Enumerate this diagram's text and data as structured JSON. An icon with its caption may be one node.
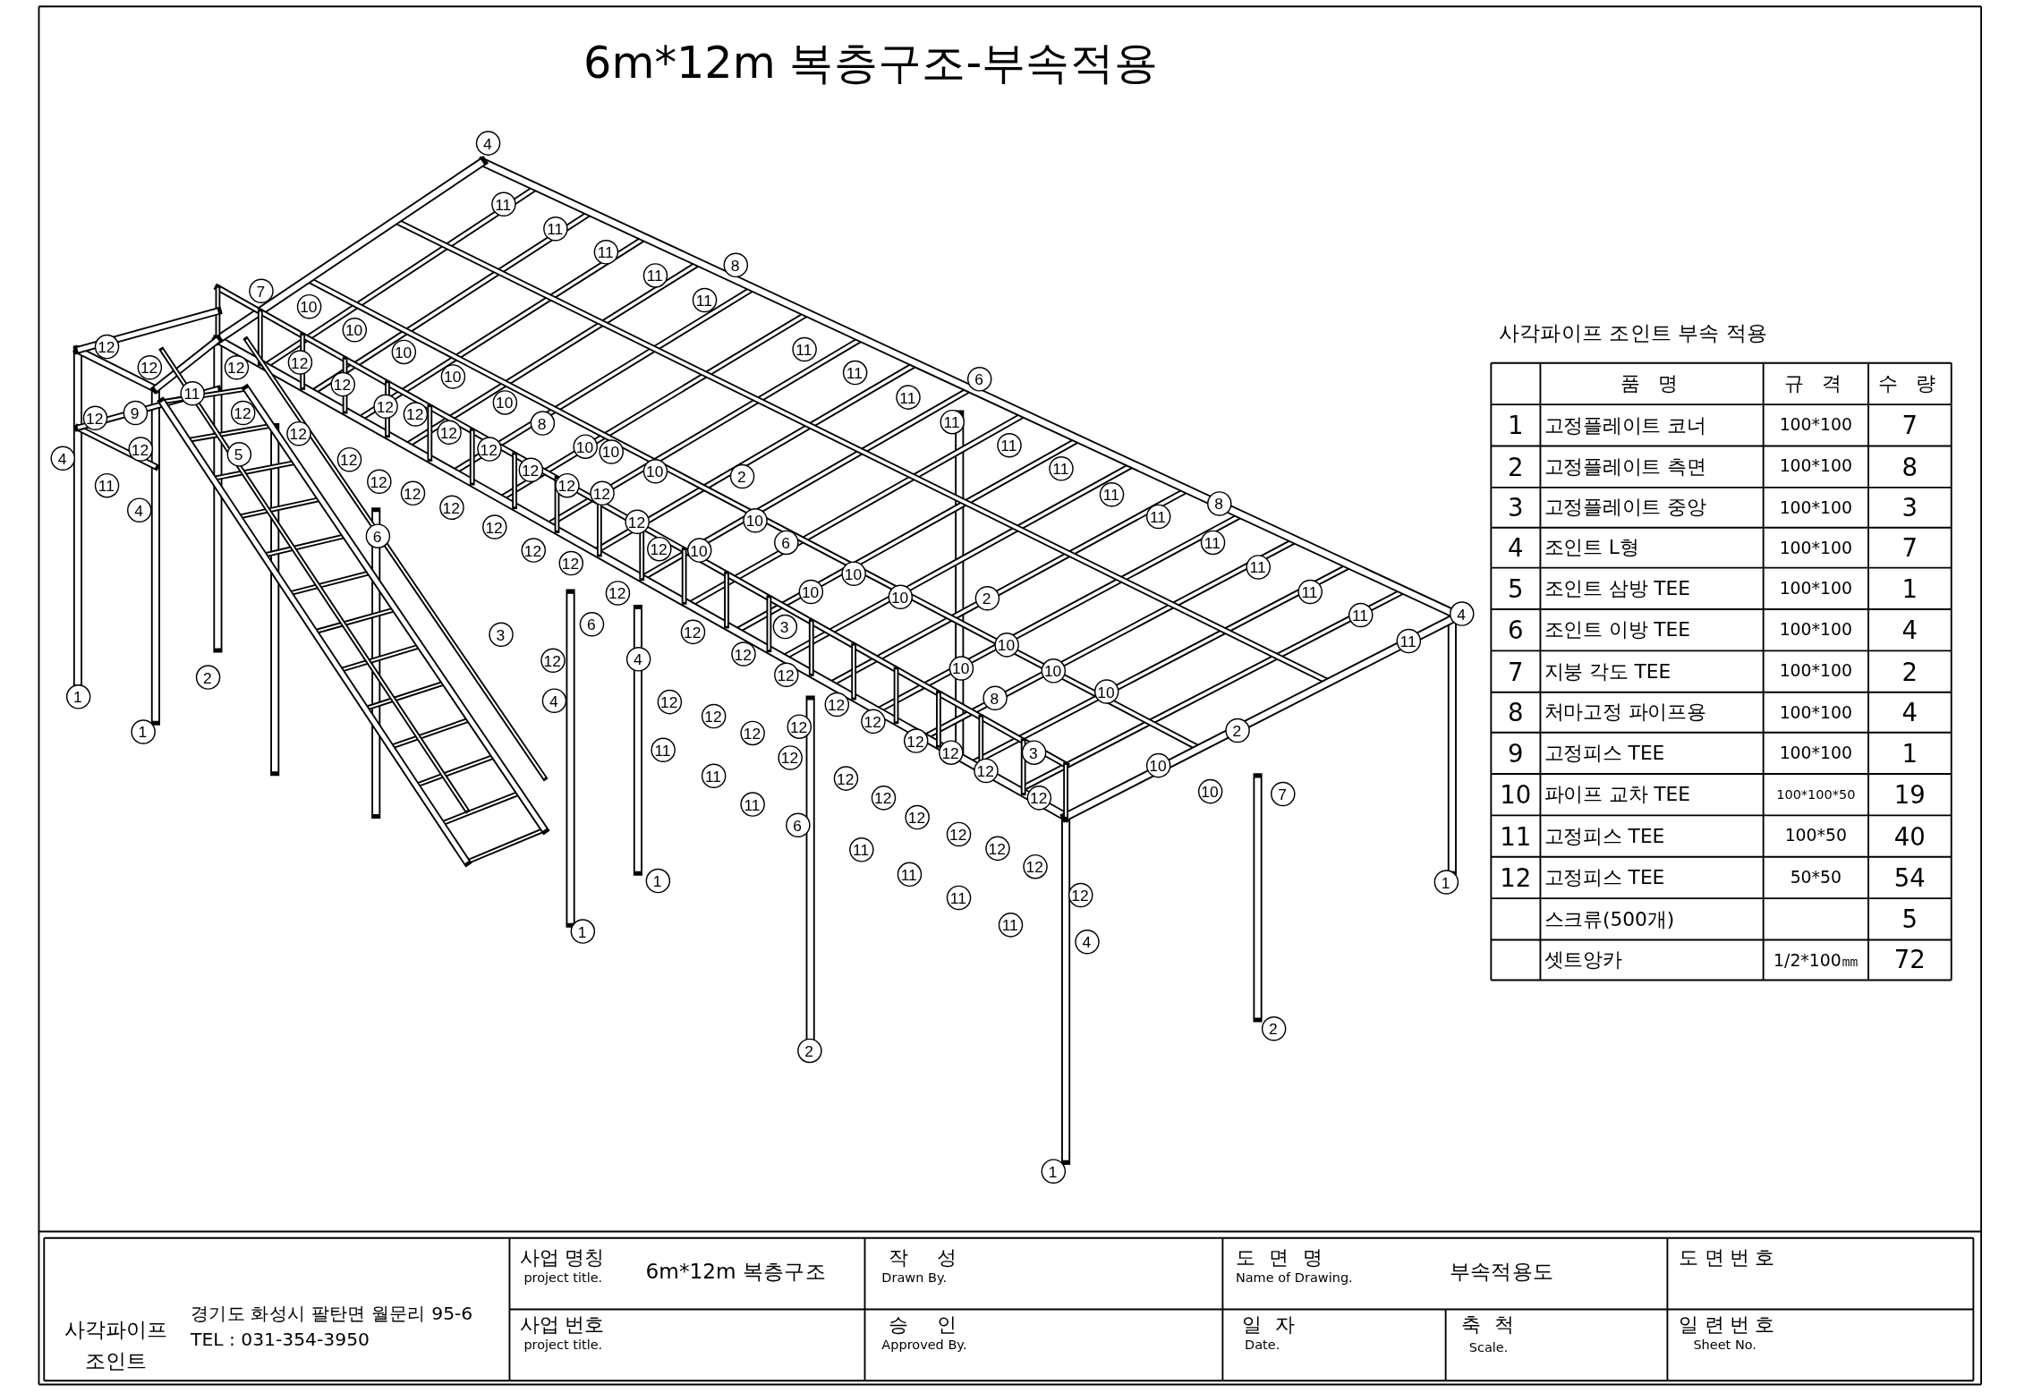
{
  "diagram": {
    "title": "6m*12m 복층구조-부속적용",
    "labels": [
      "4",
      "11",
      "11",
      "11",
      "11",
      "8",
      "11",
      "7",
      "10",
      "10",
      "12",
      "12",
      "10",
      "10",
      "12",
      "12",
      "11",
      "12",
      "10",
      "12",
      "8",
      "9",
      "12",
      "12",
      "12",
      "12",
      "12",
      "4",
      "12",
      "5",
      "12",
      "12",
      "10",
      "10",
      "12",
      "10",
      "2",
      "11",
      "12",
      "12",
      "12",
      "12",
      "4",
      "12",
      "12",
      "12",
      "12",
      "12",
      "10",
      "11",
      "11",
      "11",
      "11",
      "6",
      "11",
      "11",
      "11",
      "11",
      "8",
      "11",
      "11",
      "11",
      "11",
      "11",
      "4",
      "6",
      "6",
      "12",
      "10",
      "10",
      "10",
      "10",
      "2",
      "3",
      "6",
      "12",
      "12",
      "3",
      "2",
      "1",
      "12",
      "4",
      "4",
      "12",
      "12",
      "12",
      "12",
      "10",
      "10",
      "10",
      "10",
      "12",
      "12",
      "8",
      "12",
      "12",
      "1",
      "11",
      "12",
      "12",
      "12",
      "12",
      "3",
      "12",
      "11",
      "11",
      "12",
      "12",
      "12",
      "12",
      "2",
      "10",
      "10",
      "7",
      "6",
      "11",
      "12",
      "12",
      "11",
      "11",
      "1",
      "12",
      "1",
      "11",
      "4",
      "1",
      "2",
      "2",
      "1",
      "사각파이프 조인트 부속 적용",
      "품 명",
      "규 격",
      "수 량",
      "1",
      "고정플레이트 코너",
      "100*100",
      "7",
      "2",
      "고정플레이트 측면",
      "100*100",
      "8",
      "3",
      "고정플레이트 중앙",
      "100*100",
      "3",
      "4",
      "조인트 L형",
      "100*100",
      "7",
      "5",
      "조인트 삼방 TEE",
      "100*100",
      "1",
      "6",
      "조인트 이방 TEE",
      "100*100",
      "4",
      "7",
      "지붕 각도 TEE",
      "100*100",
      "2",
      "8",
      "처마고정 파이프용",
      "100*100",
      "4",
      "9",
      "고정피스 TEE",
      "100*100",
      "1",
      "10",
      "파이프 교차 TEE",
      "100*100*50",
      "19",
      "11",
      "고정피스 TEE",
      "100*50",
      "40",
      "12",
      "고정피스 TEE",
      "50*50",
      "54",
      "스크류(500개)",
      "5",
      "셋트앙카",
      "1/2*100㎜",
      "72",
      "사각파이프 조인트",
      "경기도 화성시 팔탄면 월문리 95-6",
      "TEL : 031-354-3950",
      "사업 명칭",
      "project title.",
      "6m*12m 복층구조",
      "작 성",
      "Drawn By.",
      "도 면 명",
      "Name of Drawing.",
      "부속적용도",
      "도면번호",
      "사업 번호",
      "project title.",
      "승 인",
      "Approved By.",
      "일 자",
      "Date.",
      "축 척",
      "Scale.",
      "일련번호",
      "Sheet No."
    ]
  }
}
